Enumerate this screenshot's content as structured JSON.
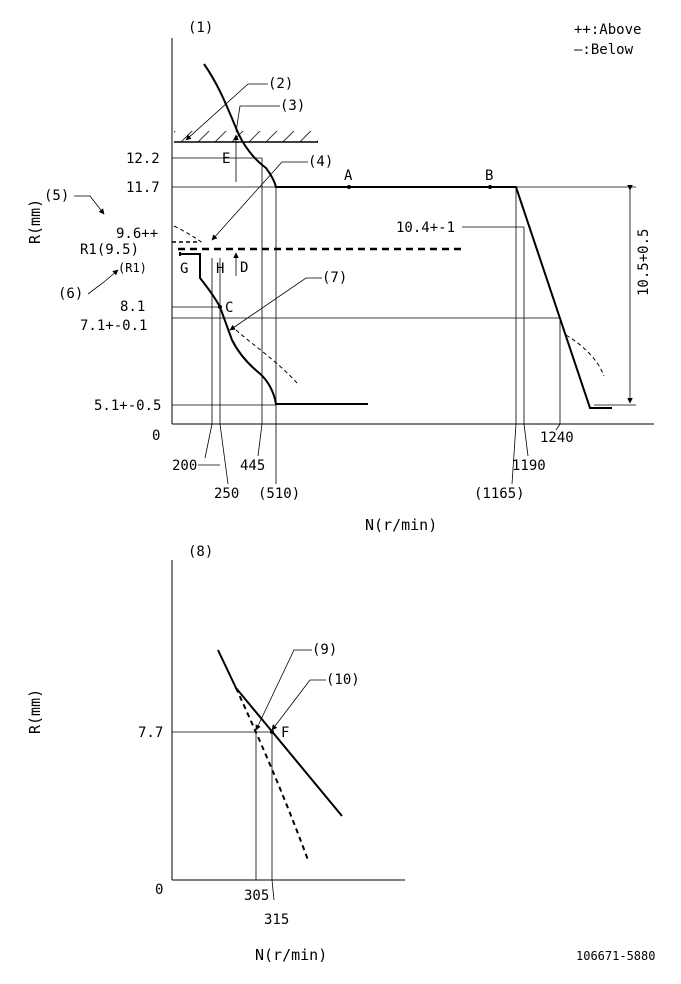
{
  "legend": {
    "above": "++:Above",
    "below": "—:Below"
  },
  "footer_code": "106671-5880",
  "top_chart": {
    "ref_number": "(1)",
    "y_axis_title": "R(mm)",
    "x_axis_title": "N(r/min)",
    "origin": "0",
    "y_labels": {
      "y12_2": "12.2",
      "y11_7": "11.7",
      "y9_6": "9.6++",
      "yR1": "R1(9.5)",
      "yR1b": "(R1)",
      "y8_1": "8.1",
      "y7_1": "7.1+-0.1",
      "y5_1": "5.1+-0.5",
      "y10_4": "10.4+-1",
      "y10_5": "10.5+0.5"
    },
    "x_labels": {
      "x200": "200",
      "x250": "250",
      "x445": "445",
      "x510": "(510)",
      "x1165": "(1165)",
      "x1190": "1190",
      "x1240": "1240"
    },
    "callouts": {
      "c2": "(2)",
      "c3": "(3)",
      "c4": "(4)",
      "c5": "(5)",
      "c6": "(6)",
      "c7": "(7)"
    },
    "points": {
      "A": "A",
      "B": "B",
      "C": "C",
      "D": "D",
      "E": "E",
      "G": "G",
      "H": "H"
    }
  },
  "bottom_chart": {
    "ref_number": "(8)",
    "y_axis_title": "R(mm)",
    "x_axis_title": "N(r/min)",
    "origin": "0",
    "y_labels": {
      "y7_7": "7.7"
    },
    "x_labels": {
      "x305": "305",
      "x315": "315"
    },
    "callouts": {
      "c9": "(9)",
      "c10": "(10)"
    },
    "points": {
      "F": "F"
    }
  }
}
